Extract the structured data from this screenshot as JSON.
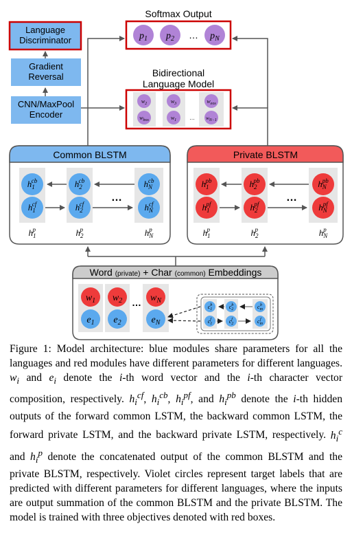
{
  "top": {
    "language_discriminator": "Language\nDiscriminator",
    "gradient_reversal": "Gradient\nReversal",
    "cnn_encoder": "CNN/MaxPool\nEncoder",
    "softmax_title": "Softmax Output",
    "softmax_labels": [
      "p1",
      "p2",
      "…",
      "pN"
    ],
    "bilm_title": "Bidirectional\nLanguage Model",
    "bilm_cells": [
      {
        "top": "w2",
        "bottom": "wbos"
      },
      {
        "top": "w3",
        "bottom": "w1"
      },
      {
        "top": "",
        "bottom": "…"
      },
      {
        "top": "weos",
        "bottom": "wN−1"
      }
    ]
  },
  "common_blstm": {
    "title": "Common BLSTM",
    "backward": [
      "h1cb",
      "h2cb",
      "hNcb"
    ],
    "forward": [
      "h1cf",
      "h2cf",
      "hNcf"
    ],
    "outputs": [
      "h1p",
      "h2p",
      "hNp"
    ],
    "dots": "…"
  },
  "private_blstm": {
    "title": "Private BLSTM",
    "backward": [
      "h1pb",
      "h2pb",
      "hNpb"
    ],
    "forward": [
      "h1pf",
      "h2pf",
      "hNpf"
    ],
    "outputs": [
      "h1p",
      "h2p",
      "hNp"
    ],
    "dots": "…"
  },
  "embeddings": {
    "title_word": "Word",
    "title_private": "(private)",
    "title_plus": "+",
    "title_char": "Char",
    "title_common": "(common)",
    "title_end": "Embeddings",
    "words": [
      "w1",
      "w2",
      "wN"
    ],
    "chars": [
      "e1",
      "e2",
      "eN"
    ],
    "dots": "…",
    "char_cnn_top": [
      "c1b",
      "c2b",
      "cmb"
    ],
    "char_cnn_bottom": [
      "c1f",
      "c2f",
      "cmf"
    ]
  },
  "caption": {
    "p1": "Figure 1: Model architecture: blue modules share parameters for all the languages and red modules have different parameters for different languages.",
    "p2": " and ",
    "p3": " denote the ",
    "p4": "-th word vector and the ",
    "p5": "-th character vector composition, respectively. ",
    "p6": ", and ",
    "p7": " denote the ",
    "p8": "-th hidden outputs of the forward common LSTM, the backward common LSTM, the forward private LSTM, and the backward private LSTM, respectively. ",
    "p9": " and ",
    "p10": " denote the concatenated output of the common BLSTM and the private BLSTM, respectively. Violet circles represent target labels that are predicted with different parameters for different languages, where the inputs are output summation of the common BLSTM and the private BLSTM. The model is trained with three objectives denoted with red boxes."
  },
  "colors": {
    "blue_box": "#7eb8ef",
    "blue_node": "#5ba9ee",
    "red_node": "#ee3b3b",
    "red_header": "#f25a5a",
    "violet_node": "#b083d6",
    "red_border": "#cc0000",
    "gray_cell": "#e6e6e6"
  }
}
